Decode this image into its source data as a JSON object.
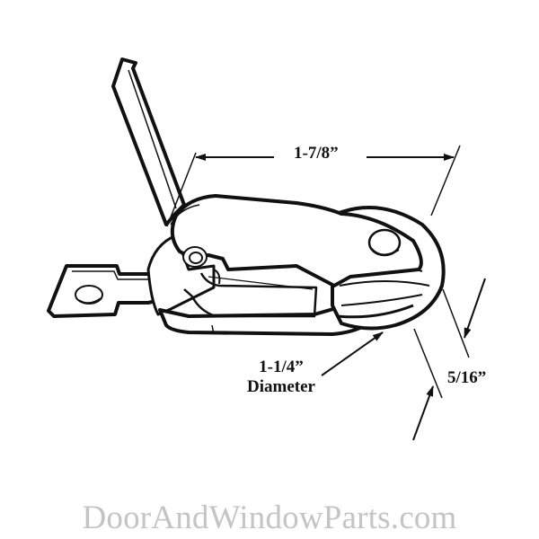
{
  "diagram": {
    "subject": "sliding window roller assembly with tension spring tab",
    "dimensions": {
      "length": "1-7/8”",
      "wheel_diameter_value": "1-1/4”",
      "wheel_diameter_label": "Diameter",
      "wheel_width": "5/16”"
    },
    "colors": {
      "line": "#111111",
      "background": "#ffffff",
      "watermark": "#c4c4c4"
    }
  },
  "watermark": {
    "text": "DoorAndWindowParts.com"
  }
}
